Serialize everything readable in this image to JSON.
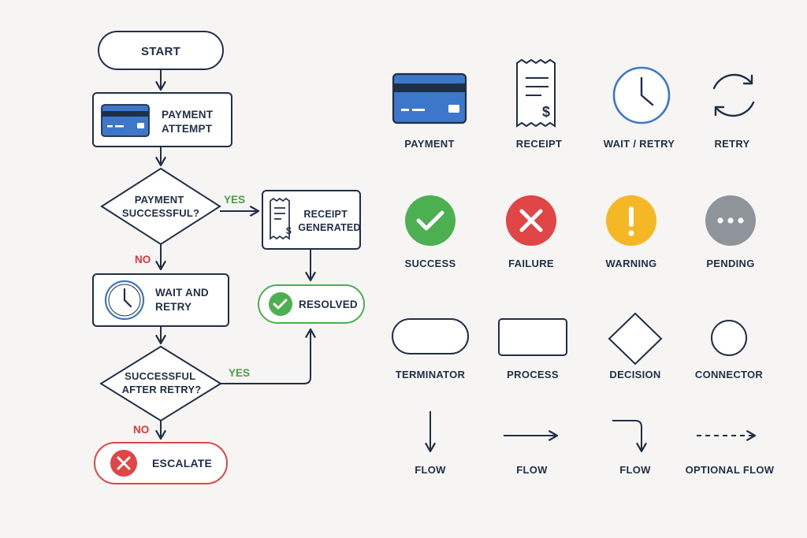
{
  "flowchart": {
    "start": "START",
    "payment_attempt": [
      "PAYMENT",
      "ATTEMPT"
    ],
    "payment_successful": [
      "PAYMENT",
      "SUCCESSFUL?"
    ],
    "yes_1": "YES",
    "no_1": "NO",
    "receipt_generated": [
      "RECEIPT",
      "GENERATED"
    ],
    "wait_and_retry": [
      "WAIT AND",
      "RETRY"
    ],
    "resolved": "RESOLVED",
    "successful_after_retry": [
      "SUCCESSFUL",
      "AFTER RETRY?"
    ],
    "yes_2": "YES",
    "no_2": "NO",
    "escalate": "ESCALATE"
  },
  "legend": {
    "row1": [
      "PAYMENT",
      "RECEIPT",
      "WAIT / RETRY",
      "RETRY"
    ],
    "row2": [
      "SUCCESS",
      "FAILURE",
      "WARNING",
      "PENDING"
    ],
    "row3": [
      "TERMINATOR",
      "PROCESS",
      "DECISION",
      "CONNECTOR"
    ],
    "row4": [
      "FLOW",
      "FLOW",
      "FLOW",
      "OPTIONAL FLOW"
    ]
  },
  "colors": {
    "ink": "#1f2f47",
    "card_blue": "#3d77c9",
    "clock_blue": "#3d77c9",
    "success_green": "#4caf50",
    "failure_red": "#e04646",
    "warning_yellow": "#f4b824",
    "pending_gray": "#8f949b",
    "yes_green": "#43a047",
    "no_red": "#d63a3a"
  },
  "icons": [
    "credit-card-icon",
    "receipt-icon",
    "clock-icon",
    "retry-icon",
    "check-icon",
    "x-icon",
    "exclamation-icon",
    "ellipsis-icon"
  ]
}
